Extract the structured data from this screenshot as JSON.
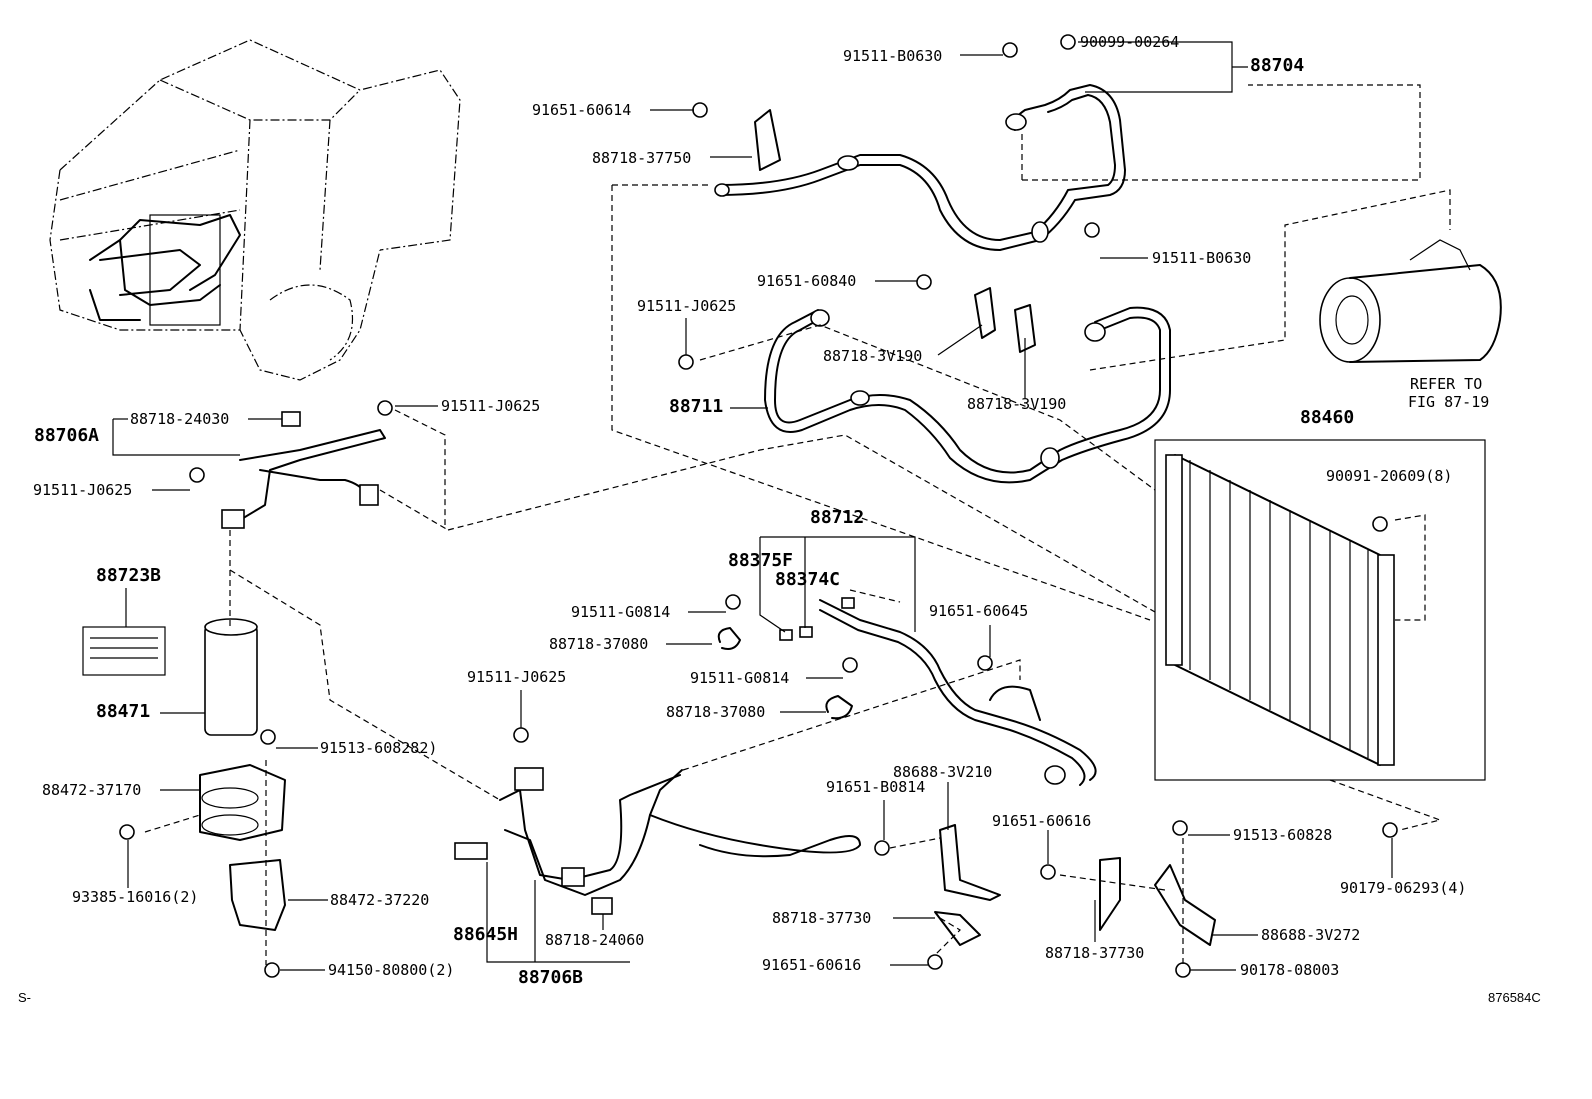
{
  "labels": {
    "p91511_B0630_top": "91511-B0630",
    "p90099_00264": "90099-00264",
    "p88704": "88704",
    "p91651_60614": "91651-60614",
    "p88718_37750": "88718-37750",
    "p91511_B0630_mid": "91511-B0630",
    "p91651_60840": "91651-60840",
    "p91511_J0625_a": "91511-J0625",
    "p88718_3V190_a": "88718-3V190",
    "p88718_3V190_b": "88718-3V190",
    "p88711": "88711",
    "refer_line1": "REFER TO",
    "refer_line2": "FIG 87-19",
    "p88460": "88460",
    "p91511_J0625_b": "91511-J0625",
    "p88718_24030": "88718-24030",
    "p88706A": "88706A",
    "p91511_J0625_c": "91511-J0625",
    "p90091_20609": "90091-20609",
    "p90091_qty": "(8)",
    "p88712": "88712",
    "p88375F": "88375F",
    "p88374C": "88374C",
    "p88723B": "88723B",
    "p91511_G0814_a": "91511-G0814",
    "p88718_37080_a": "88718-37080",
    "p91651_60645": "91651-60645",
    "p91511_J0625_d": "91511-J0625",
    "p91511_G0814_b": "91511-G0814",
    "p88471": "88471",
    "p88718_37080_b": "88718-37080",
    "p91513_60828_a": "91513-60828",
    "p91513_qty": "2)",
    "p88472_37170": "88472-37170",
    "p88688_3V210": "88688-3V210",
    "p91651_B0814": "91651-B0814",
    "p91651_60616_a": "91651-60616",
    "p91513_60828_b": "91513-60828",
    "p90179_06293": "90179-06293",
    "p90179_qty": "(4)",
    "p93385_16016": "93385-16016",
    "p93385_qty": "(2)",
    "p88472_37220": "88472-37220",
    "p88645H": "88645H",
    "p88718_24060": "88718-24060",
    "p88718_37730_a": "88718-37730",
    "p88688_3V272": "88688-3V272",
    "p91651_60616_b": "91651-60616",
    "p88718_37730_b": "88718-37730",
    "p90178_08003": "90178-08003",
    "p94150_80800": "94150-80800",
    "p94150_qty": "(2)",
    "p88706B": "88706B",
    "corner_left": "S-",
    "corner_right": "876584C"
  }
}
